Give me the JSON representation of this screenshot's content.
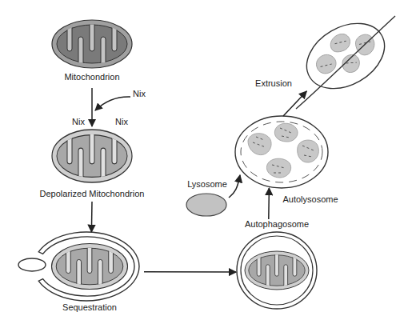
{
  "diagram": {
    "nodes": [
      {
        "text": [
          "Mitochondrion"
        ]
      },
      {
        "text": [
          "Depolarized Mitochondrion"
        ]
      },
      {
        "text": [
          "Sequestration"
        ]
      },
      {
        "text": [
          "Lysosome"
        ]
      },
      {
        "text": [
          "Autophagosome"
        ]
      },
      {
        "text": [
          "Autolysosome"
        ]
      },
      {
        "text": [
          "Extrusion"
        ]
      }
    ],
    "edges": [
      {
        "from": 0,
        "to": 1,
        "arrow": "to"
      },
      {
        "from": 1,
        "to": 2,
        "arrow": "to"
      },
      {
        "from": 2,
        "to": 4,
        "arrow": "to"
      },
      {
        "from": 3,
        "to": 5,
        "arrow": "to"
      },
      {
        "from": 4,
        "to": 5,
        "arrow": "to"
      },
      {
        "from": 5,
        "to": 6,
        "arrow": "to"
      }
    ],
    "labels": [
      "Nix",
      "Nix",
      "Nix"
    ]
  }
}
